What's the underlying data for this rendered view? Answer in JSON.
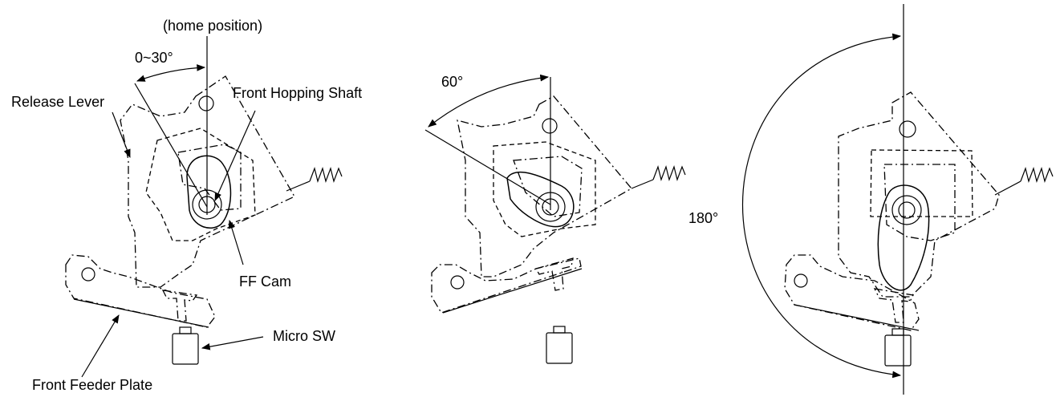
{
  "labels": {
    "home_position": "(home position)",
    "angle_1": "0~30°",
    "angle_2": "60°",
    "angle_3": "180°",
    "release_lever": "Release Lever",
    "front_hopping_shaft": "Front Hopping Shaft",
    "ff_cam": "FF Cam",
    "micro_sw": "Micro SW",
    "front_feeder_plate": "Front Feeder Plate"
  },
  "stroke_color": "#000000"
}
